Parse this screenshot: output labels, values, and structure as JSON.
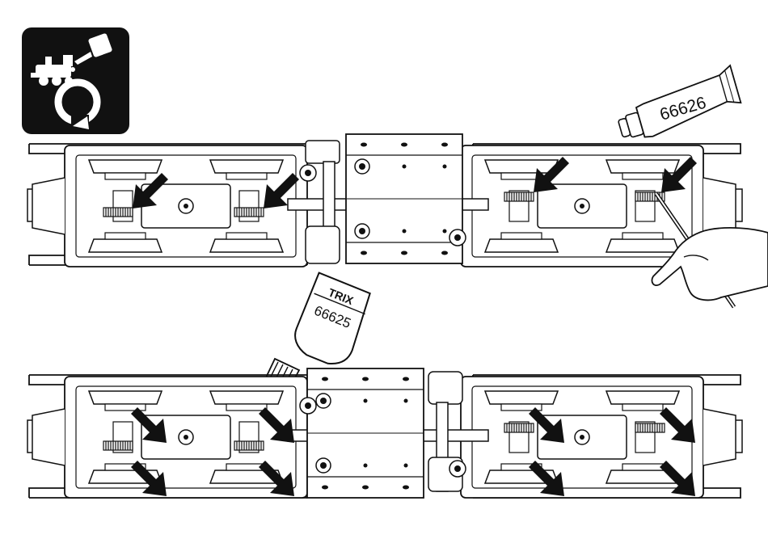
{
  "icon": {
    "name": "lubrication-service-icon"
  },
  "grease_tube": {
    "label": "66626"
  },
  "oil_bottle": {
    "brand": "TRIX",
    "number": "66625"
  },
  "colors": {
    "ink": "#111111",
    "paper": "#ffffff",
    "icon_bg": "#111111"
  }
}
